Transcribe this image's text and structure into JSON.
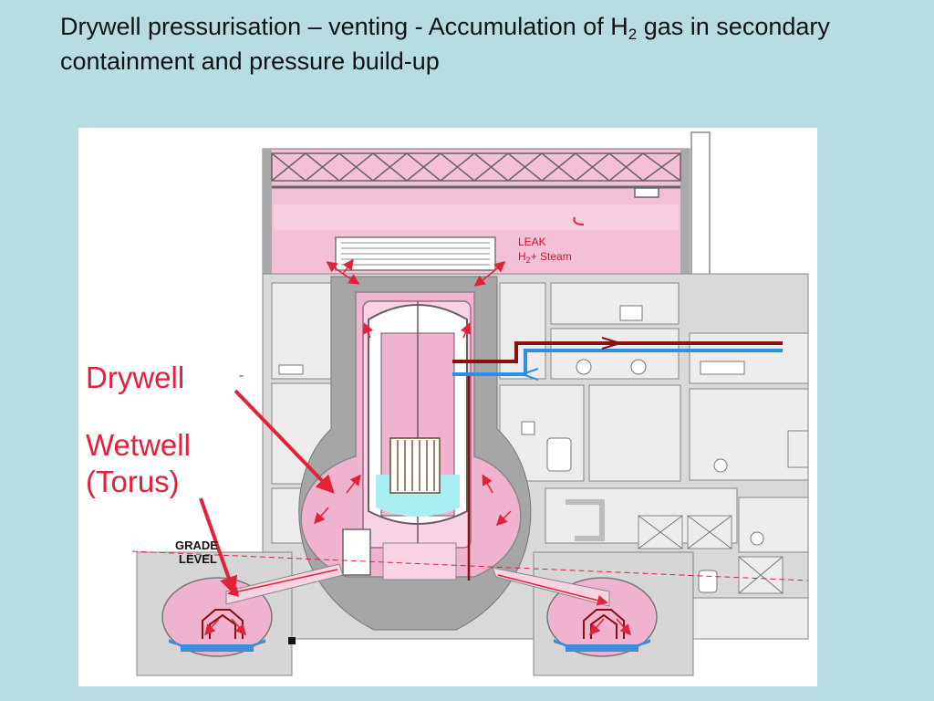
{
  "slide": {
    "title_part1": "Drywell pressurisation – venting - Accumulation of H",
    "title_sub": "2",
    "title_part2": " gas in secondary containment and pressure build-up"
  },
  "labels": {
    "drywell": "Drywell",
    "drywell_dash": "-",
    "wetwell_line1": "Wetwell",
    "wetwell_line2": "(Torus)",
    "grade_line1": "GRADE",
    "grade_line2": "LEVEL",
    "leak_line1": "LEAK",
    "leak_h": "H",
    "leak_sub": "2",
    "leak_rest": "+ Steam"
  },
  "colors": {
    "background": "#b7dde2",
    "structure_pink": "#f0b3cf",
    "wall_gray": "#a9a9a9",
    "arrow_red": "#e2213a",
    "pipe_darkred": "#8b1010",
    "pipe_blue": "#2b8fe8",
    "water_cyan": "#a9eef2",
    "pool_blue": "#3c8ed8"
  }
}
